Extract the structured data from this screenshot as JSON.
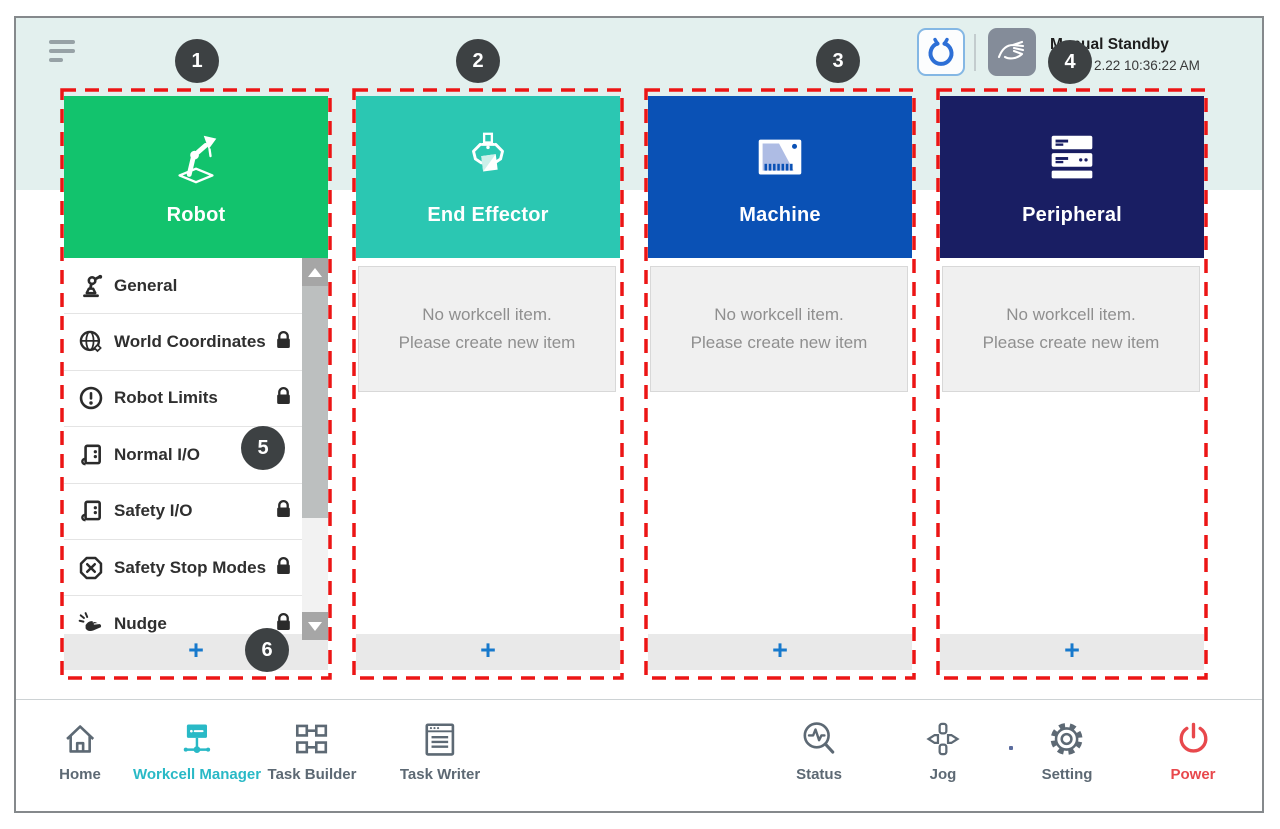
{
  "topbar": {
    "status_title": "Manual Standby",
    "status_time": "2.22 10:36:22 AM",
    "robot_mode_icon": "gripper-robot-icon",
    "hand_mode_icon": "manual-hand-icon"
  },
  "badges": [
    {
      "label": "1"
    },
    {
      "label": "2"
    },
    {
      "label": "3"
    },
    {
      "label": "4"
    },
    {
      "label": "5"
    },
    {
      "label": "6"
    }
  ],
  "columns": [
    {
      "title": "Robot",
      "header_color": "#12c36d",
      "add_label": "+",
      "items": [
        {
          "label": "General",
          "icon": "robot-arm-icon",
          "locked": false
        },
        {
          "label": "World Coordinates",
          "icon": "world-coordinates-icon",
          "locked": true
        },
        {
          "label": "Robot Limits",
          "icon": "robot-limits-icon",
          "locked": true
        },
        {
          "label": "Normal I/O",
          "icon": "io-board-icon",
          "locked": false
        },
        {
          "label": "Safety I/O",
          "icon": "io-board-icon",
          "locked": true
        },
        {
          "label": "Safety Stop Modes",
          "icon": "stop-octagon-icon",
          "locked": true
        },
        {
          "label": "Nudge",
          "icon": "nudge-hand-icon",
          "locked": true
        }
      ]
    },
    {
      "title": "End Effector",
      "header_color": "#2bc7b2",
      "add_label": "+",
      "empty_line1": "No workcell item.",
      "empty_line2": "Please create new item"
    },
    {
      "title": "Machine",
      "header_color": "#0a51b5",
      "add_label": "+",
      "empty_line1": "No workcell item.",
      "empty_line2": "Please create new item"
    },
    {
      "title": "Peripheral",
      "header_color": "#191e63",
      "add_label": "+",
      "empty_line1": "No workcell item.",
      "empty_line2": "Please create new item"
    }
  ],
  "bottom_nav": [
    {
      "label": "Home",
      "active": false
    },
    {
      "label": "Workcell Manager",
      "active": true
    },
    {
      "label": "Task Builder",
      "active": false
    },
    {
      "label": "Task Writer",
      "active": false
    },
    {
      "label": "Status",
      "active": false
    },
    {
      "label": "Jog",
      "active": false
    },
    {
      "label": "Setting",
      "active": false
    },
    {
      "label": "Power",
      "active": false
    }
  ],
  "colors": {
    "annotation_red": "#ec1515",
    "badge_dark": "#3d4143",
    "robot_green": "#12c36d",
    "end_effector_teal": "#2bc7b2",
    "machine_blue": "#0a51b5",
    "peripheral_navy": "#191e63",
    "accent_teal": "#29b9c6",
    "power_red": "#e8484c",
    "add_plus_blue": "#1779cc",
    "header_strip": "#e3f0ee"
  }
}
